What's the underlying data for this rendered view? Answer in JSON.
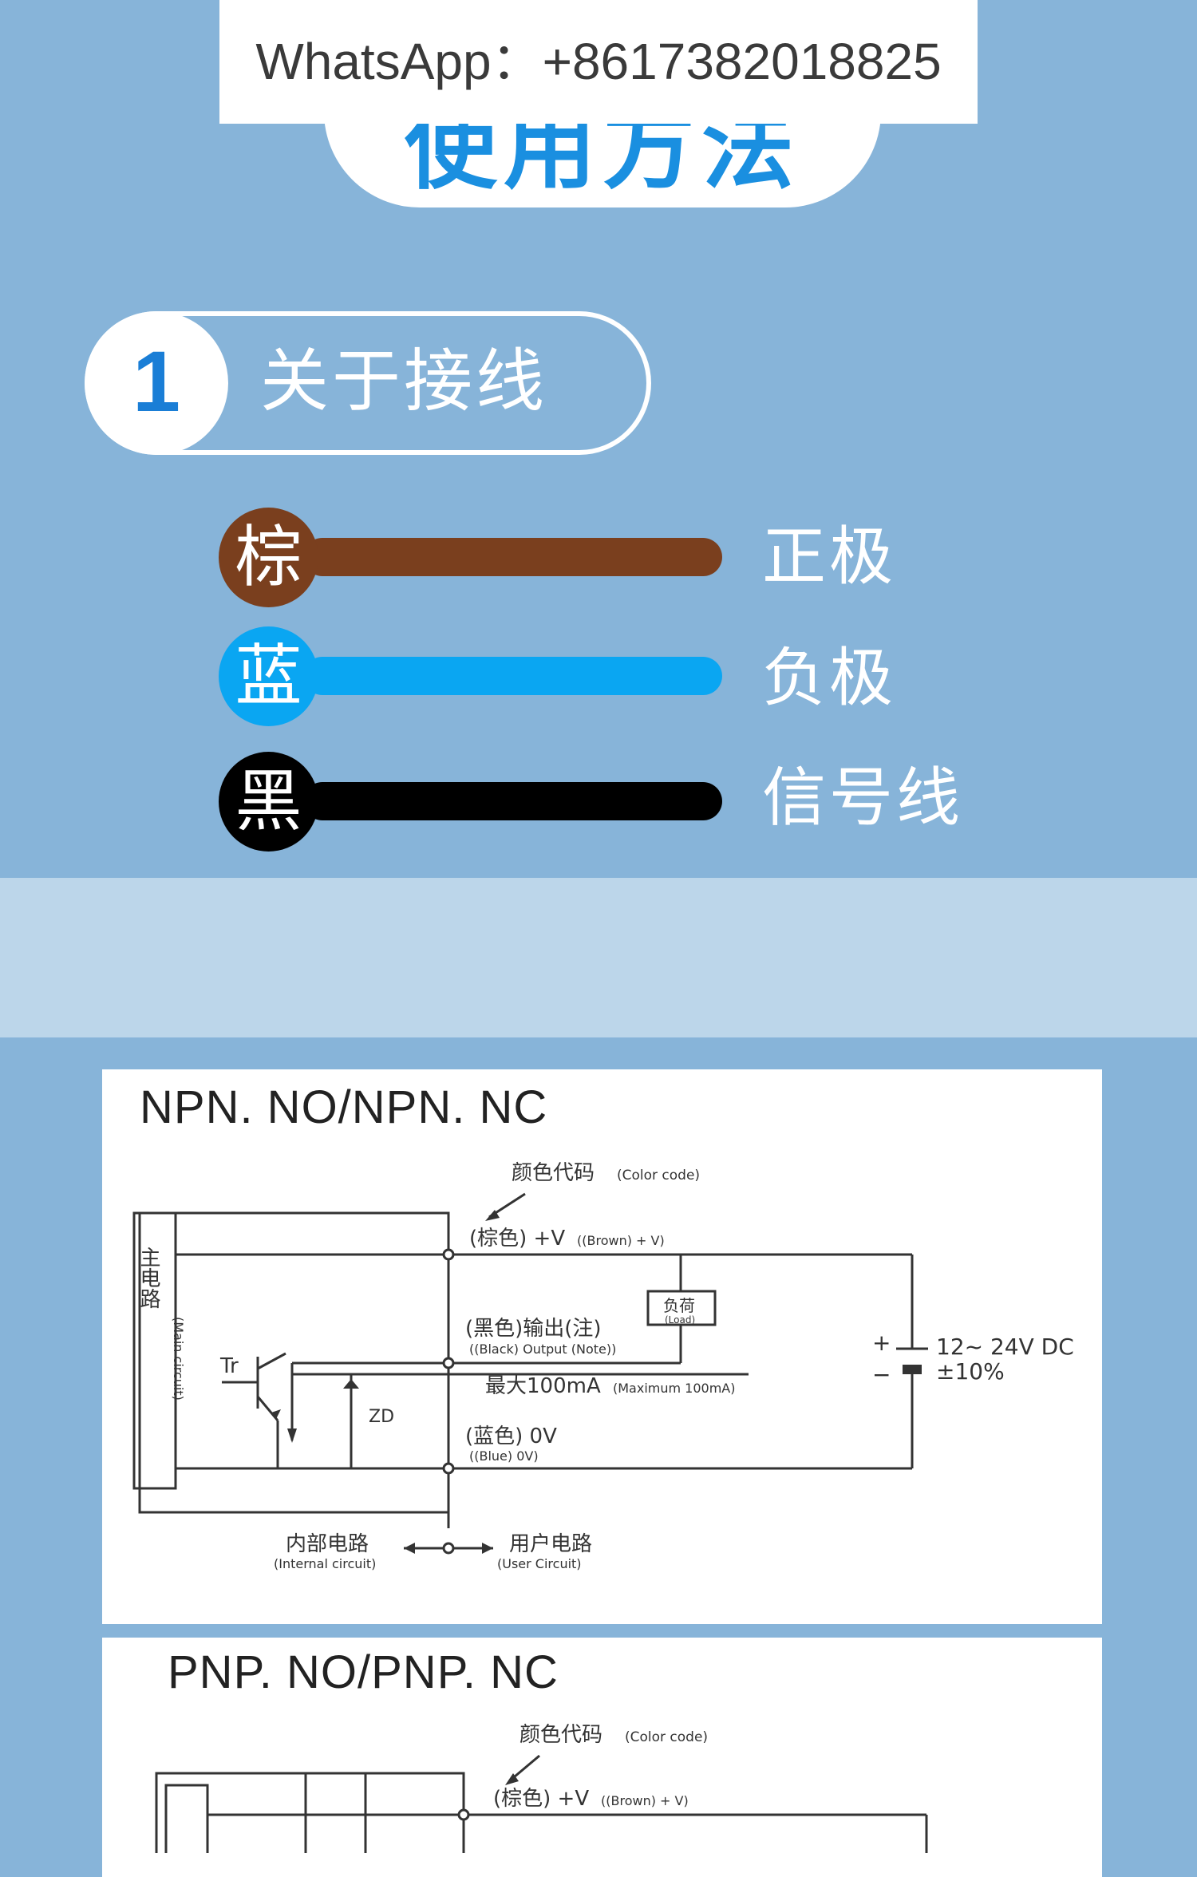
{
  "header": {
    "title": "使用方法",
    "watermark": "WhatsApp：+8617382018825"
  },
  "step": {
    "number": "1",
    "label": "关于接线"
  },
  "wires": [
    {
      "char": "棕",
      "label": "正极",
      "color": "#7a3f1e"
    },
    {
      "char": "蓝",
      "label": "负极",
      "color": "#0aa6f2"
    },
    {
      "char": "黑",
      "label": "信号线",
      "color": "#000000"
    }
  ],
  "npn": {
    "title": "NPN. NO/NPN. NC",
    "color_code": "颜色代码",
    "color_code_en": "(Color code)",
    "brown": "(棕色) +V",
    "brown_en": "((Brown) + V)",
    "load": "负荷",
    "load_en": "(Load)",
    "black": "(黑色)输出(注)",
    "black_en": "((Black) Output (Note))",
    "max": "最大100mA",
    "max_en": "(Maximum 100mA)",
    "blue": "(蓝色) 0V",
    "blue_en": "((Blue) 0V)",
    "main": "主电路",
    "main_en": "(Main circuit)",
    "tr": "Tr",
    "zd": "ZD",
    "internal": "内部电路",
    "internal_en": "(Internal circuit)",
    "user": "用户电路",
    "user_en": "(User Circuit)",
    "supply": "12~ 24V DC",
    "tolerance": "±10%",
    "plus": "+",
    "minus": "−"
  },
  "pnp": {
    "title": "PNP. NO/PNP. NC",
    "color_code": "颜色代码",
    "color_code_en": "(Color code)",
    "brown": "(棕色) +V",
    "brown_en": "((Brown) + V)"
  }
}
